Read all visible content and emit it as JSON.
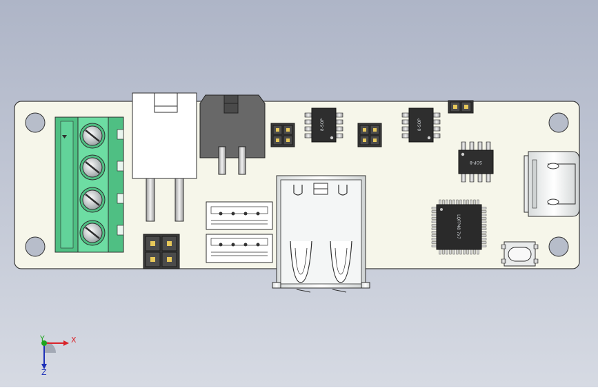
{
  "scene": {
    "background_top": "#aeb5c7",
    "background_bottom": "#d6dae3",
    "board_color": "#f6f6ea",
    "edge_color": "#3a3a3a"
  },
  "components": {
    "sop8_left_marking": "8-SOP",
    "sop8_right_marking": "8-SOP",
    "sop8_lower_marking": "SOP-8",
    "lqfp_marking": "LQFP48 7x7"
  },
  "triad": {
    "x_label": "X",
    "y_label": "Y",
    "z_label": "Z",
    "x_color": "#d9232a",
    "y_color": "#1ea51e",
    "z_color": "#1c2fb8"
  }
}
